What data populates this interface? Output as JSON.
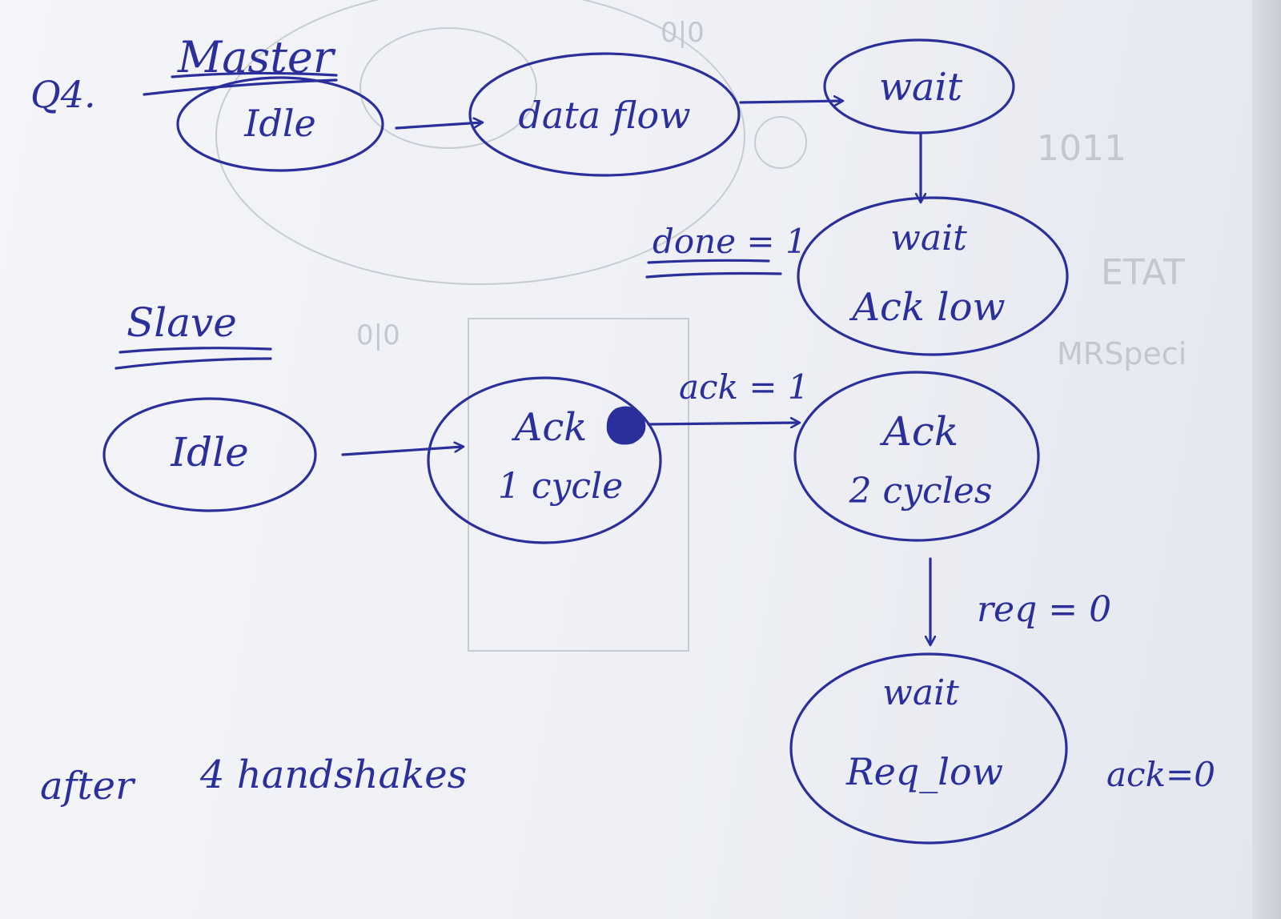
{
  "question_label": "Q4.",
  "master": {
    "heading": "Master",
    "states": {
      "idle": "Idle",
      "data_flow": "data flow",
      "wait": "wait",
      "wait_ack_low_line1": "wait",
      "wait_ack_low_line2": "Ack low"
    },
    "transition_done": "done = 1"
  },
  "slave": {
    "heading": "Slave",
    "states": {
      "idle": "Idle",
      "ack_1_line1": "Ack",
      "ack_1_line2": "1 cycle",
      "ack_2_line1": "Ack",
      "ack_2_line2": "2 cycles",
      "wait_req_low_line1": "wait",
      "wait_req_low_line2": "Req_low"
    },
    "transition_ack": "ack = 1",
    "transition_req": "req = 0",
    "output_ack": "ack=0"
  },
  "footer_note_word1": "after",
  "footer_note_rest": "4 handshakes",
  "ink_color": "#2a2f9c"
}
